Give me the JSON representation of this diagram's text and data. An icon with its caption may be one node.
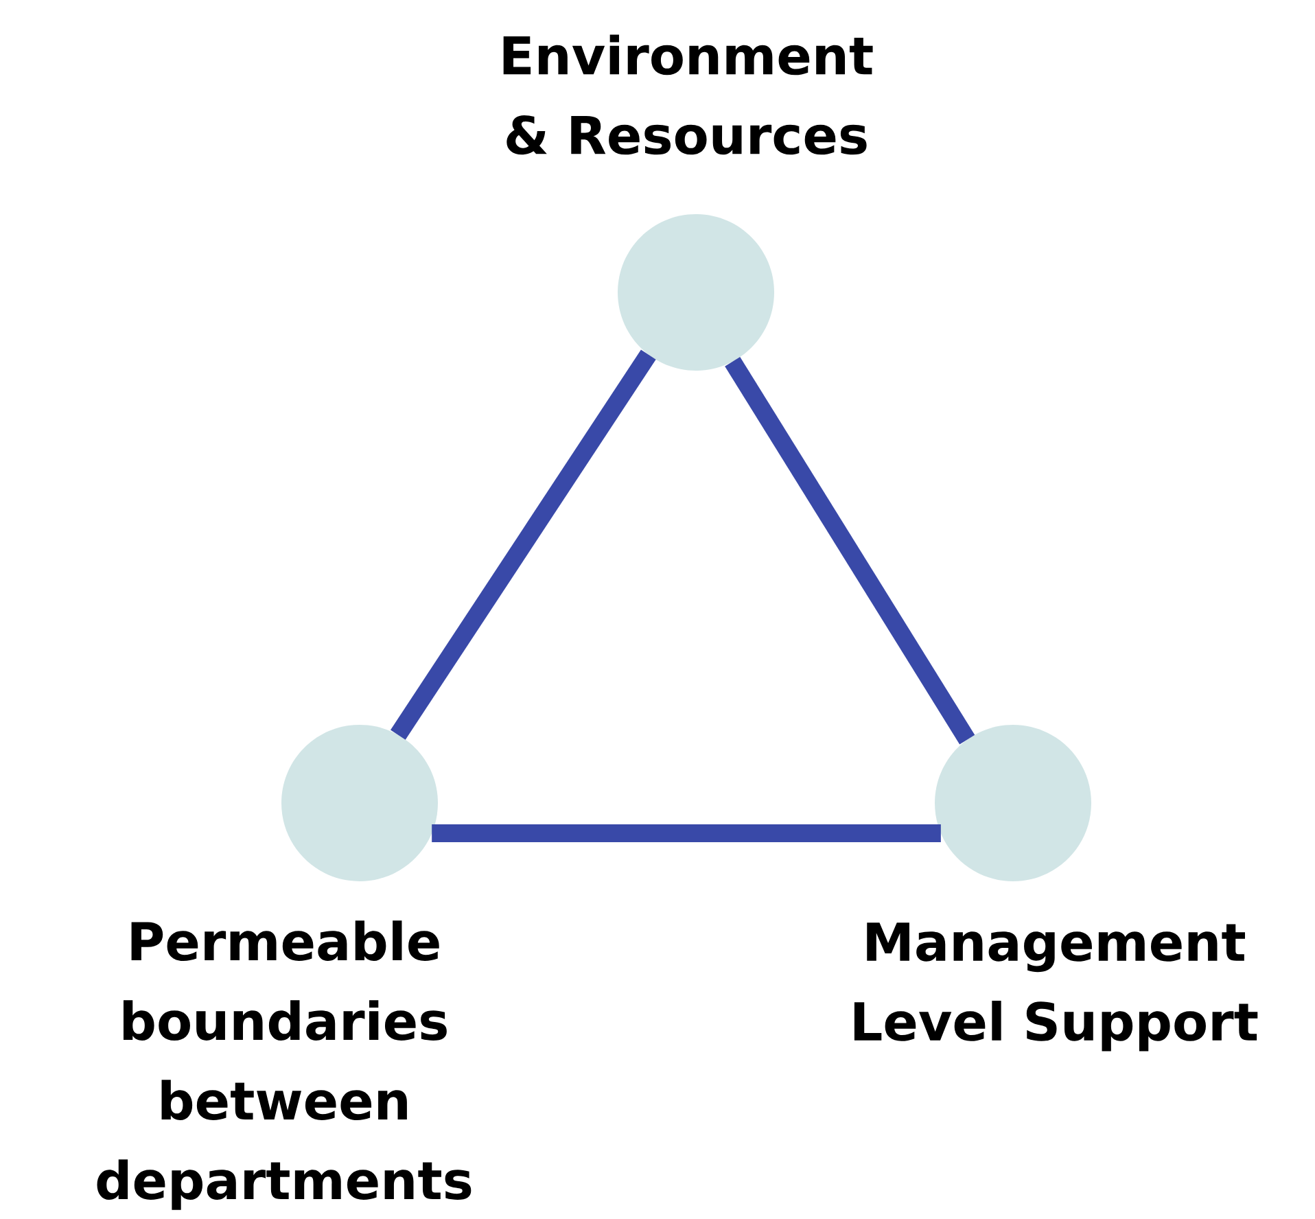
{
  "diagram": {
    "nodes": [
      {
        "text": [
          "Environment & Resources"
        ]
      },
      {
        "text": [
          "Permeable boundaries between departments"
        ]
      },
      {
        "text": [
          "Management Level Support"
        ]
      }
    ],
    "edges": [
      {
        "from": 0,
        "to": 1,
        "arrow": "none"
      },
      {
        "from": 0,
        "to": 2,
        "arrow": "none"
      },
      {
        "from": 1,
        "to": 2,
        "arrow": "none"
      }
    ]
  }
}
